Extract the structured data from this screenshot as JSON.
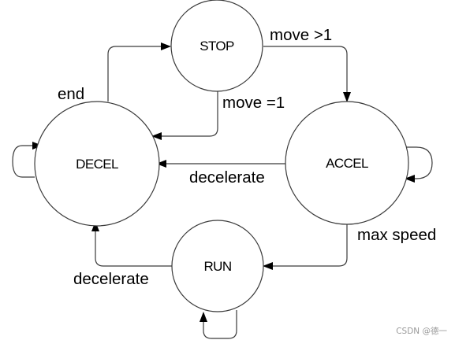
{
  "states": {
    "stop": "STOP",
    "decel": "DECEL",
    "accel": "ACCEL",
    "run": "RUN"
  },
  "transitions": {
    "stop_to_accel": "move >1",
    "stop_to_decel": "move =1",
    "decel_to_stop": "end",
    "accel_to_decel": "decelerate",
    "accel_to_run": "max speed",
    "run_to_decel": "decelerate"
  },
  "watermark": "CSDN @德一",
  "colors": {
    "stroke": "#3a3a3a",
    "arrowhead": "#000000",
    "text": "#000000",
    "background": "#ffffff",
    "watermark": "#9a9a9a"
  }
}
